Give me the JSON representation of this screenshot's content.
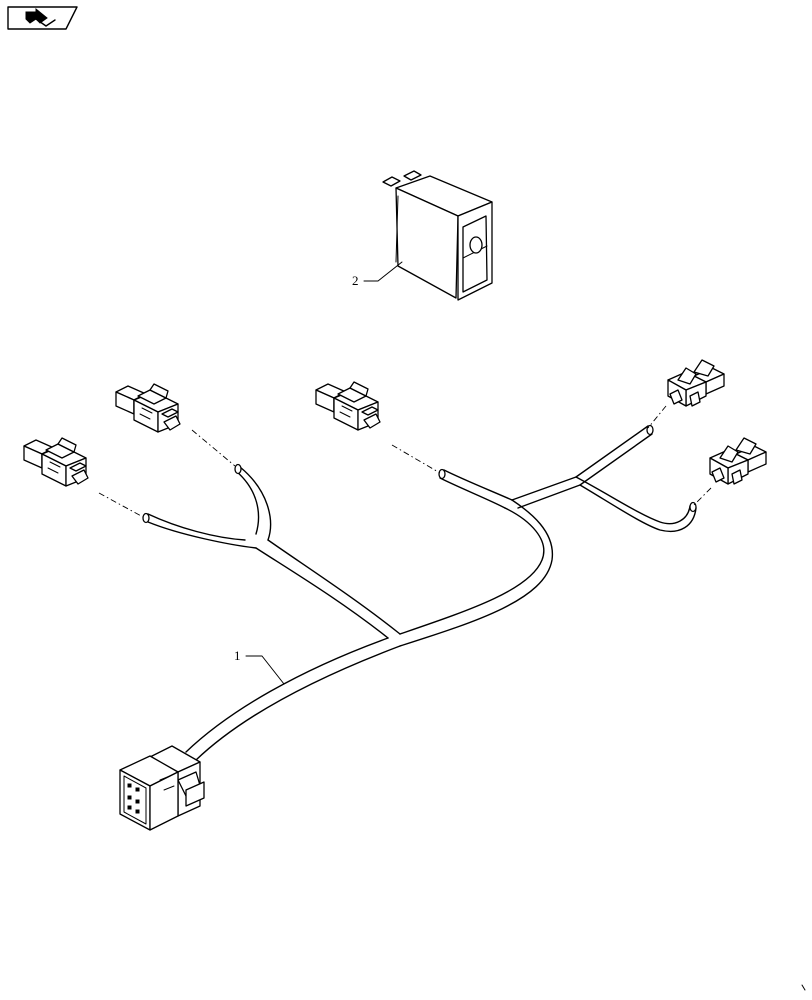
{
  "callouts": [
    {
      "id": "1",
      "label": "1",
      "part": "wire-harness"
    },
    {
      "id": "2",
      "label": "2",
      "part": "rocker-switch"
    }
  ],
  "icons": {
    "nav": "page-nav-arrow-icon"
  },
  "colors": {
    "line": "#000000",
    "background": "#ffffff"
  }
}
